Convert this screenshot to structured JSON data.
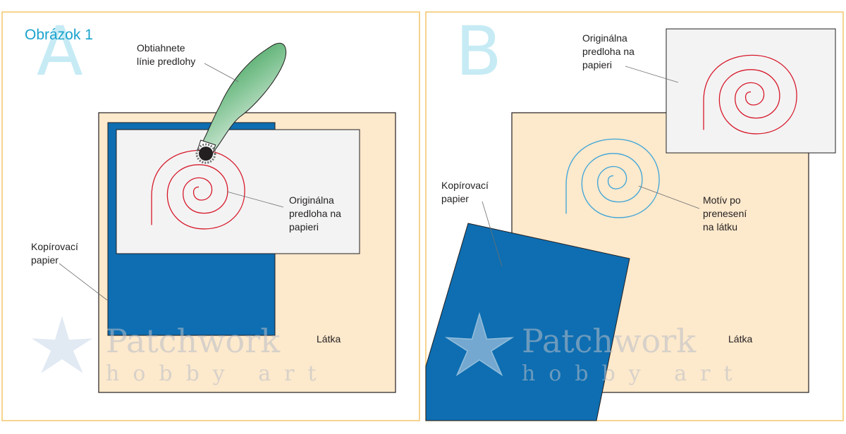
{
  "figure_title": "Obrázok 1",
  "panels": {
    "a": {
      "letter": "A",
      "labels": {
        "tool": [
          "Obtiahnete",
          "línie predlohy"
        ],
        "original": [
          "Originálna",
          "predloha na",
          "papieri"
        ],
        "carbon": [
          "Kopírovací",
          "papier"
        ],
        "fabric": "Látka"
      }
    },
    "b": {
      "letter": "B",
      "labels": {
        "original": [
          "Originálna",
          "predloha na",
          "papieri"
        ],
        "carbon": [
          "Kopírovací",
          "papier"
        ],
        "transferred": [
          "Motív po",
          "prenesení",
          "na látku"
        ],
        "fabric": "Látka"
      }
    }
  },
  "watermark": {
    "line1": "Patchwork",
    "line2": "hobby art"
  },
  "colors": {
    "frame": "#f3c56a",
    "fabric": "#fde9cc",
    "carbon": "#0e6eb1",
    "paper": "#f3f3f3",
    "original_motif": "#d7192b",
    "transferred_motif": "#3aa4d8",
    "letters": "#c6ebf5",
    "title": "#1aa3cd",
    "tool_handle": "#1e8a3c"
  },
  "icons": [
    "tracing-wheel-icon",
    "star-watermark-icon"
  ]
}
